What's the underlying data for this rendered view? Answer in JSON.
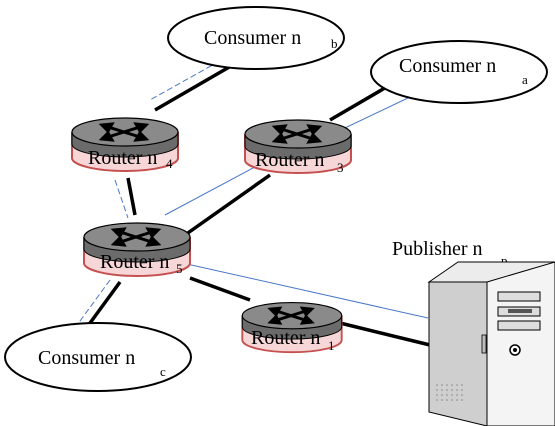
{
  "nodes": {
    "consumer_b": {
      "label": "Consumer n",
      "sub": "b"
    },
    "consumer_a": {
      "label": "Consumer n",
      "sub": "a"
    },
    "consumer_c": {
      "label": "Consumer n",
      "sub": "c"
    },
    "router_4": {
      "label": "Router n",
      "sub": "4"
    },
    "router_3": {
      "label": "Router n",
      "sub": "3"
    },
    "router_5": {
      "label": "Router n",
      "sub": "5"
    },
    "router_1": {
      "label": "Router n",
      "sub": "1"
    },
    "publisher": {
      "label": "Publisher n",
      "sub": "p"
    }
  },
  "colors": {
    "link": "#000000",
    "path": "#4a78c8",
    "router_top": "#7f7f7f",
    "router_base": "#f6d6d6",
    "router_rim": "#c45050"
  }
}
